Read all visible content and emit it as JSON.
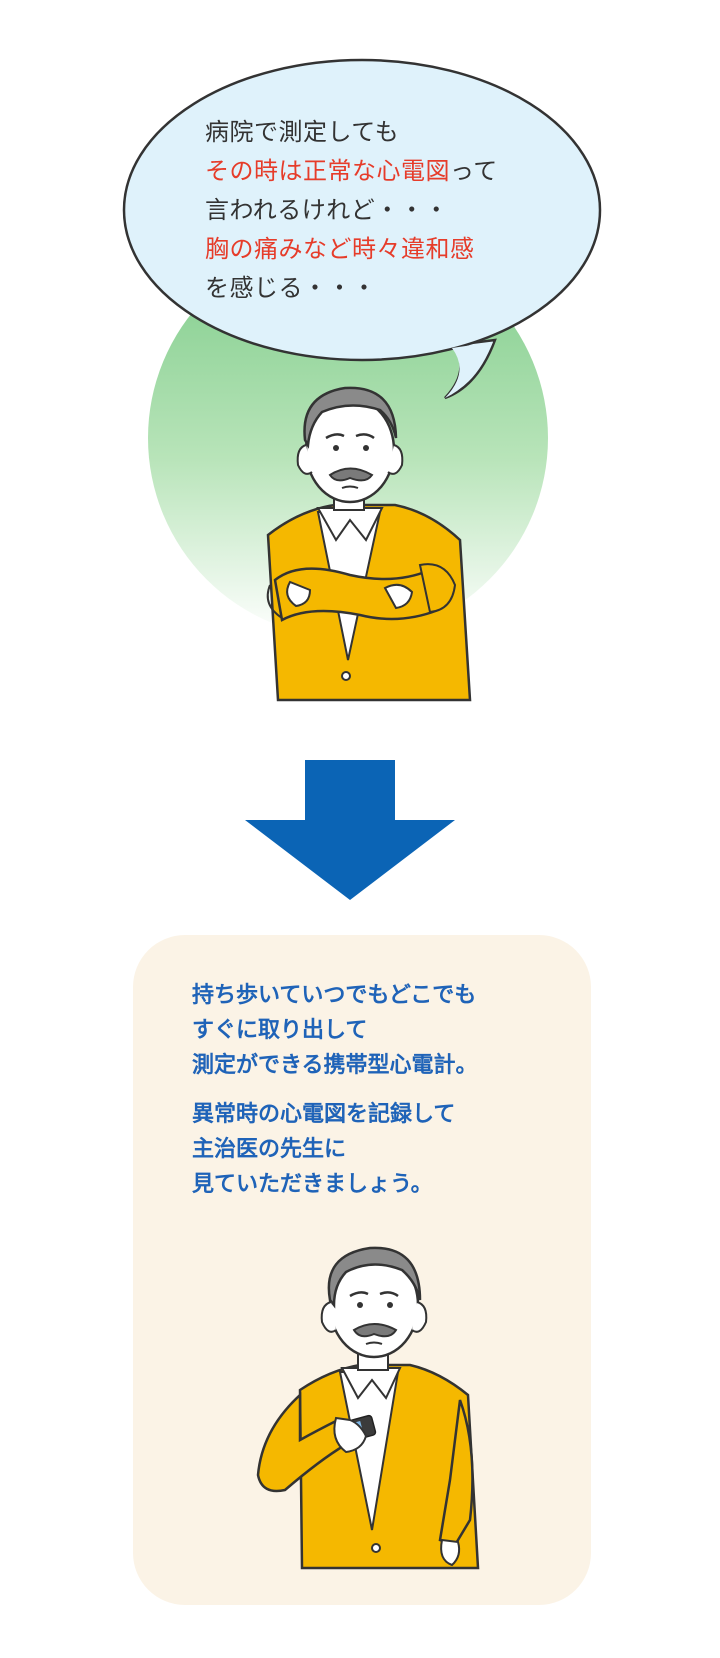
{
  "speech_bubble": {
    "lines": [
      {
        "text": "病院で測定しても",
        "highlight": false
      },
      {
        "text_red": "その時は正常な心電図",
        "text_rest": "って"
      },
      {
        "text": "言われるけれど・・・",
        "highlight": false
      },
      {
        "text_red": "胸の痛みなど時々違和感",
        "text_rest": ""
      },
      {
        "text": "を感じる・・・",
        "highlight": false
      }
    ]
  },
  "message_panel": {
    "paragraph1": [
      "持ち歩いていつでもどこでも",
      "すぐに取り出して",
      "測定ができる携帯型心電計。"
    ],
    "paragraph2": [
      "異常時の心電図を記録して",
      "主治医の先生に",
      "見ていただきましょう。"
    ]
  },
  "colors": {
    "highlight_red": "#e63c2a",
    "panel_text_blue": "#1f63b8",
    "arrow_blue": "#0b64b5",
    "bubble_fill": "#dff2fb",
    "panel_fill": "#fbf3e6",
    "cardigan_yellow": "#f5b800",
    "halo_green": "#8dd49a"
  },
  "icons": {
    "arrow": "down-arrow-icon",
    "man_worried": "worried-man-illustration",
    "man_device": "man-with-ecg-device-illustration"
  }
}
